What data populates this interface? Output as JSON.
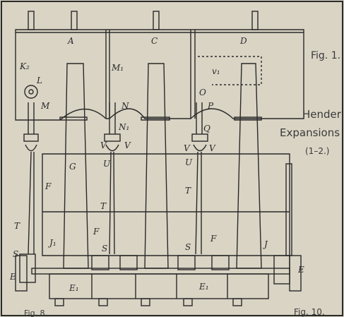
{
  "figure": {
    "fig_label": "Fig. 1.",
    "side_title_1": "Hender",
    "side_title_2": "Expansions",
    "side_note": "(1–2.)",
    "bottom_left_label": "Fig. 8.",
    "bottom_right_label": "Fig. 10."
  },
  "labels": {
    "A": "A",
    "C": "C",
    "D": "D",
    "K2": "K₂",
    "L": "L",
    "M1": "M₁",
    "v1": "v₁",
    "O": "O",
    "M": "M",
    "N": "N",
    "P": "P",
    "N1": "N₁",
    "Q": "Q",
    "V_l1": "V",
    "V_r1": "V",
    "V_l2": "V",
    "V_r2": "V",
    "U1": "U",
    "U2": "U",
    "G": "G",
    "F1": "F",
    "F2": "F",
    "F3": "F",
    "T1": "T",
    "T2": "T",
    "T3": "T",
    "S1": "S",
    "S2": "S",
    "S3": "S",
    "J1": "J₁",
    "J": "J",
    "E_left": "E",
    "E_right": "E",
    "E1_a": "E₁",
    "E1_b": "E₁"
  },
  "colors": {
    "paper": "#d9d4c4",
    "ink": "#2a2a2a",
    "shade": "#cfc9b8"
  }
}
